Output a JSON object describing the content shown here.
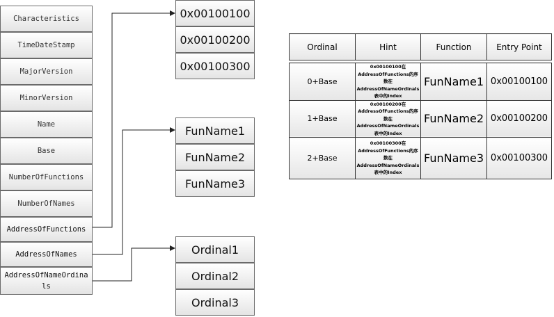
{
  "export_directory": {
    "fields": [
      "Characteristics",
      "TimeDateStamp",
      "MajorVersion",
      "MinorVersion",
      "Name",
      "Base",
      "NumberOfFunctions",
      "NumberOfNames",
      "AddressOfFunctions",
      "AddressOfNames",
      "AddressOfNameOrdinals"
    ]
  },
  "functions_array": [
    "0x00100100",
    "0x00100200",
    "0x00100300"
  ],
  "names_array": [
    "FunName1",
    "FunName2",
    "FunName3"
  ],
  "ordinals_array": [
    "Ordinal1",
    "Ordinal2",
    "Ordinal3"
  ],
  "export_table": {
    "headers": [
      "Ordinal",
      "Hint",
      "Function",
      "Entry Point"
    ],
    "rows": [
      {
        "ordinal": "0+Base",
        "hint": [
          "0x00100100在",
          "AddressOfFunctions的序",
          "数在",
          "AddressOfNameOrdinals",
          "表中的Index"
        ],
        "function": "FunName1",
        "entry_point": "0x00100100"
      },
      {
        "ordinal": "1+Base",
        "hint": [
          "0x00100200在",
          "AddressOfFunctions的序",
          "数在",
          "AddressOfNameOrdinals",
          "表中的Index"
        ],
        "function": "FunName2",
        "entry_point": "0x00100200"
      },
      {
        "ordinal": "2+Base",
        "hint": [
          "0x00100300在",
          "AddressOfFunctions的序",
          "数在",
          "AddressOfNameOrdinals",
          "表中的Index"
        ],
        "function": "FunName3",
        "entry_point": "0x00100300"
      }
    ]
  },
  "colors": {
    "line": "#222222",
    "border": "#6a6a6a"
  }
}
